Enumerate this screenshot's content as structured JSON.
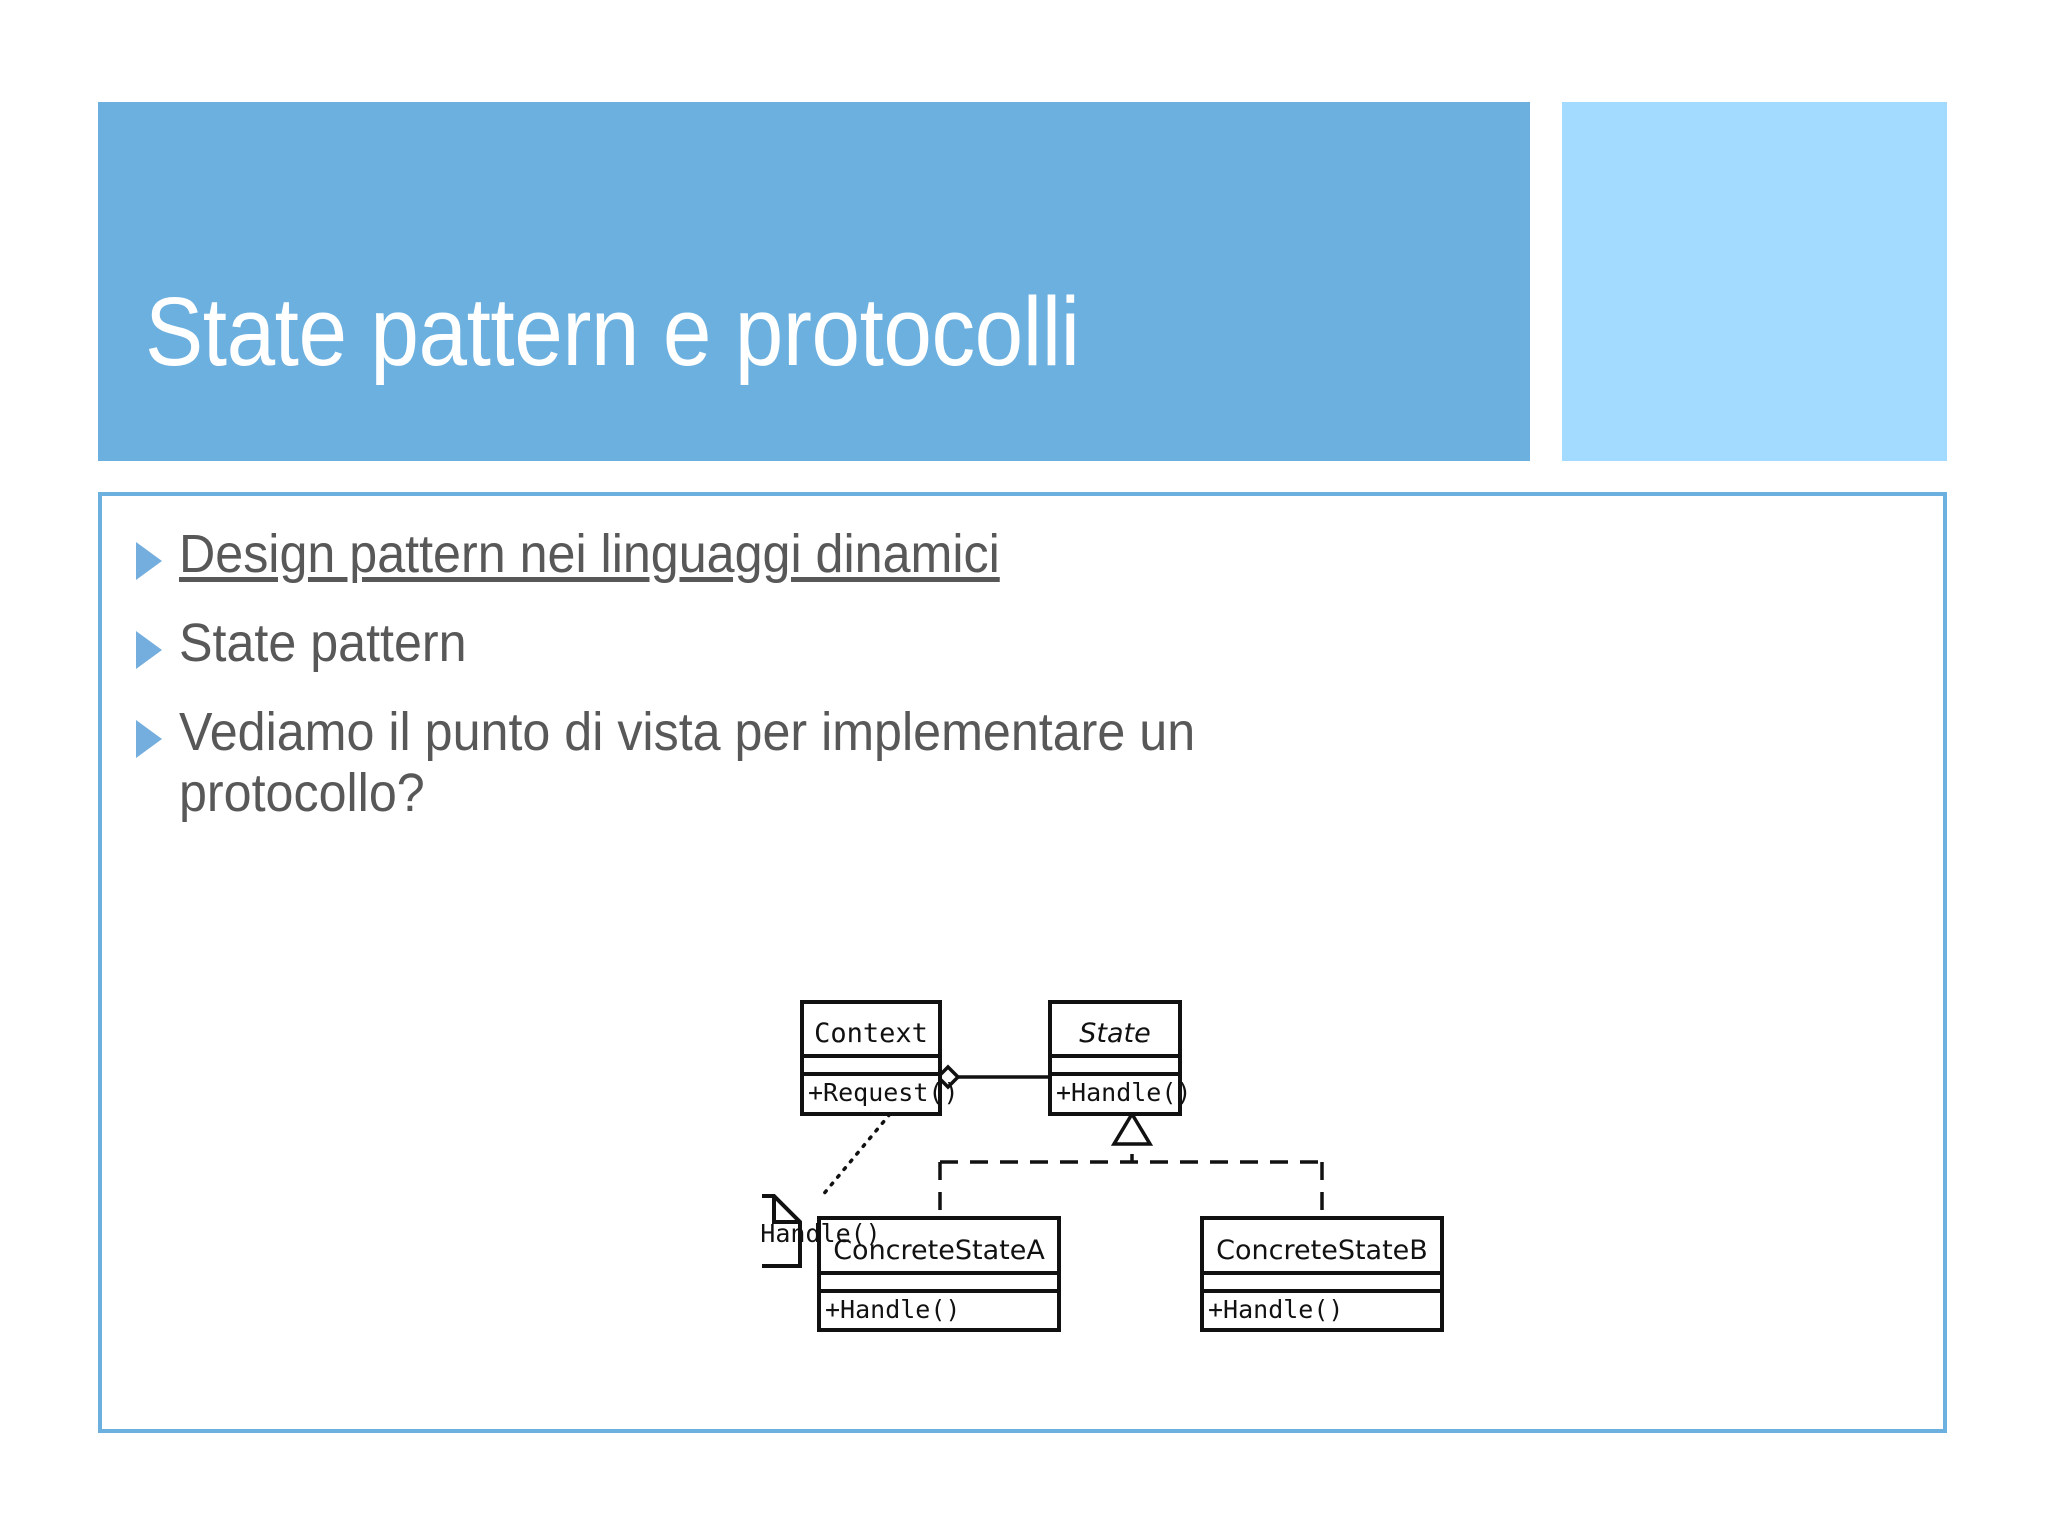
{
  "slide": {
    "title": "State pattern e protocolli",
    "theme": {
      "header_band_color": "#6cb0e0",
      "header_accent_color": "#a3daff",
      "content_border_color": "#6cb0e0",
      "bullet_marker_color": "#74aede",
      "body_text_color": "#585858",
      "title_text_color": "#ffffff",
      "diagram_stroke_color": "#111111",
      "slide_background": "#ffffff"
    }
  },
  "bullets": [
    {
      "text": "Design pattern nei linguaggi dinamici",
      "link": true
    },
    {
      "text": "State pattern",
      "link": false
    },
    {
      "text": "Vediamo il punto di vista per implementare un protocollo?",
      "link": false
    }
  ],
  "diagram": {
    "type": "uml-class-diagram",
    "classes": [
      {
        "id": "context",
        "name": "Context",
        "italic": false,
        "attributes": [],
        "operations": [
          "+Request()"
        ]
      },
      {
        "id": "state",
        "name": "State",
        "italic": true,
        "attributes": [],
        "operations": [
          "+Handle()"
        ]
      },
      {
        "id": "concrete-state-a",
        "name": "ConcreteStateA",
        "italic": false,
        "attributes": [],
        "operations": [
          "+Handle()"
        ]
      },
      {
        "id": "concrete-state-b",
        "name": "ConcreteStateB",
        "italic": false,
        "attributes": [],
        "operations": [
          "+Handle()"
        ]
      }
    ],
    "note": {
      "id": "note-state-handle",
      "text": "state.Handle()"
    },
    "relations": [
      {
        "kind": "aggregation",
        "from": "context",
        "to": "state"
      },
      {
        "kind": "generalization",
        "from": "concrete-state-a",
        "to": "state"
      },
      {
        "kind": "generalization",
        "from": "concrete-state-b",
        "to": "state"
      },
      {
        "kind": "note-link",
        "from": "note-state-handle",
        "to": "context"
      }
    ]
  }
}
